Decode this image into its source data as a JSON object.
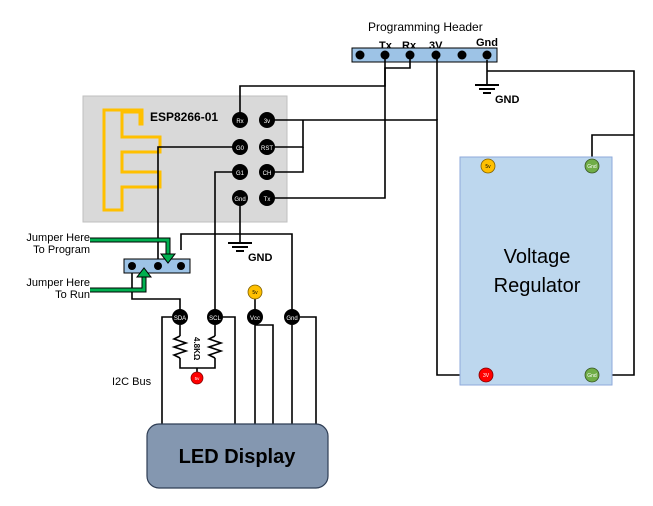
{
  "header": {
    "title": "Programming Header",
    "pins": [
      "Tx",
      "Rx",
      "3V",
      "",
      "Gnd"
    ],
    "gnd_label": "GND"
  },
  "esp": {
    "title": "ESP8266-01",
    "pins": [
      "Rx",
      "3v",
      "G0",
      "RST",
      "G1",
      "CH",
      "Gnd",
      "Tx"
    ],
    "gnd_label": "GND"
  },
  "jumpers": {
    "program_label_line1": "Jumper Here",
    "program_label_line2": "To Program",
    "run_label_line1": "Jumper Here",
    "run_label_line2": "To Run"
  },
  "regulator": {
    "title_line1": "Voltage",
    "title_line2": "Regulator",
    "pin_5v": "5v",
    "pin_gnd_top": "Gnd",
    "pin_3v": "3V",
    "pin_gnd_bottom": "Gnd"
  },
  "bus": {
    "label": "I2C Bus",
    "pins": [
      "SDA",
      "SCL",
      "Vcc",
      "Gnd"
    ],
    "supply": "5v",
    "resistor_label": "4.8KΩ"
  },
  "display": {
    "title": "LED Display"
  },
  "colors": {
    "board": "#d9d9d9",
    "antenna": "#ffc000",
    "header": "#9dc3e6",
    "regulator": "#bdd7ee",
    "display": "#8497b0",
    "jumper_arrow": "#00b050",
    "supply_5v": "#ffc000",
    "supply_3v": "#ff0000",
    "gnd_pad": "#70ad47",
    "pin": "#000000"
  }
}
